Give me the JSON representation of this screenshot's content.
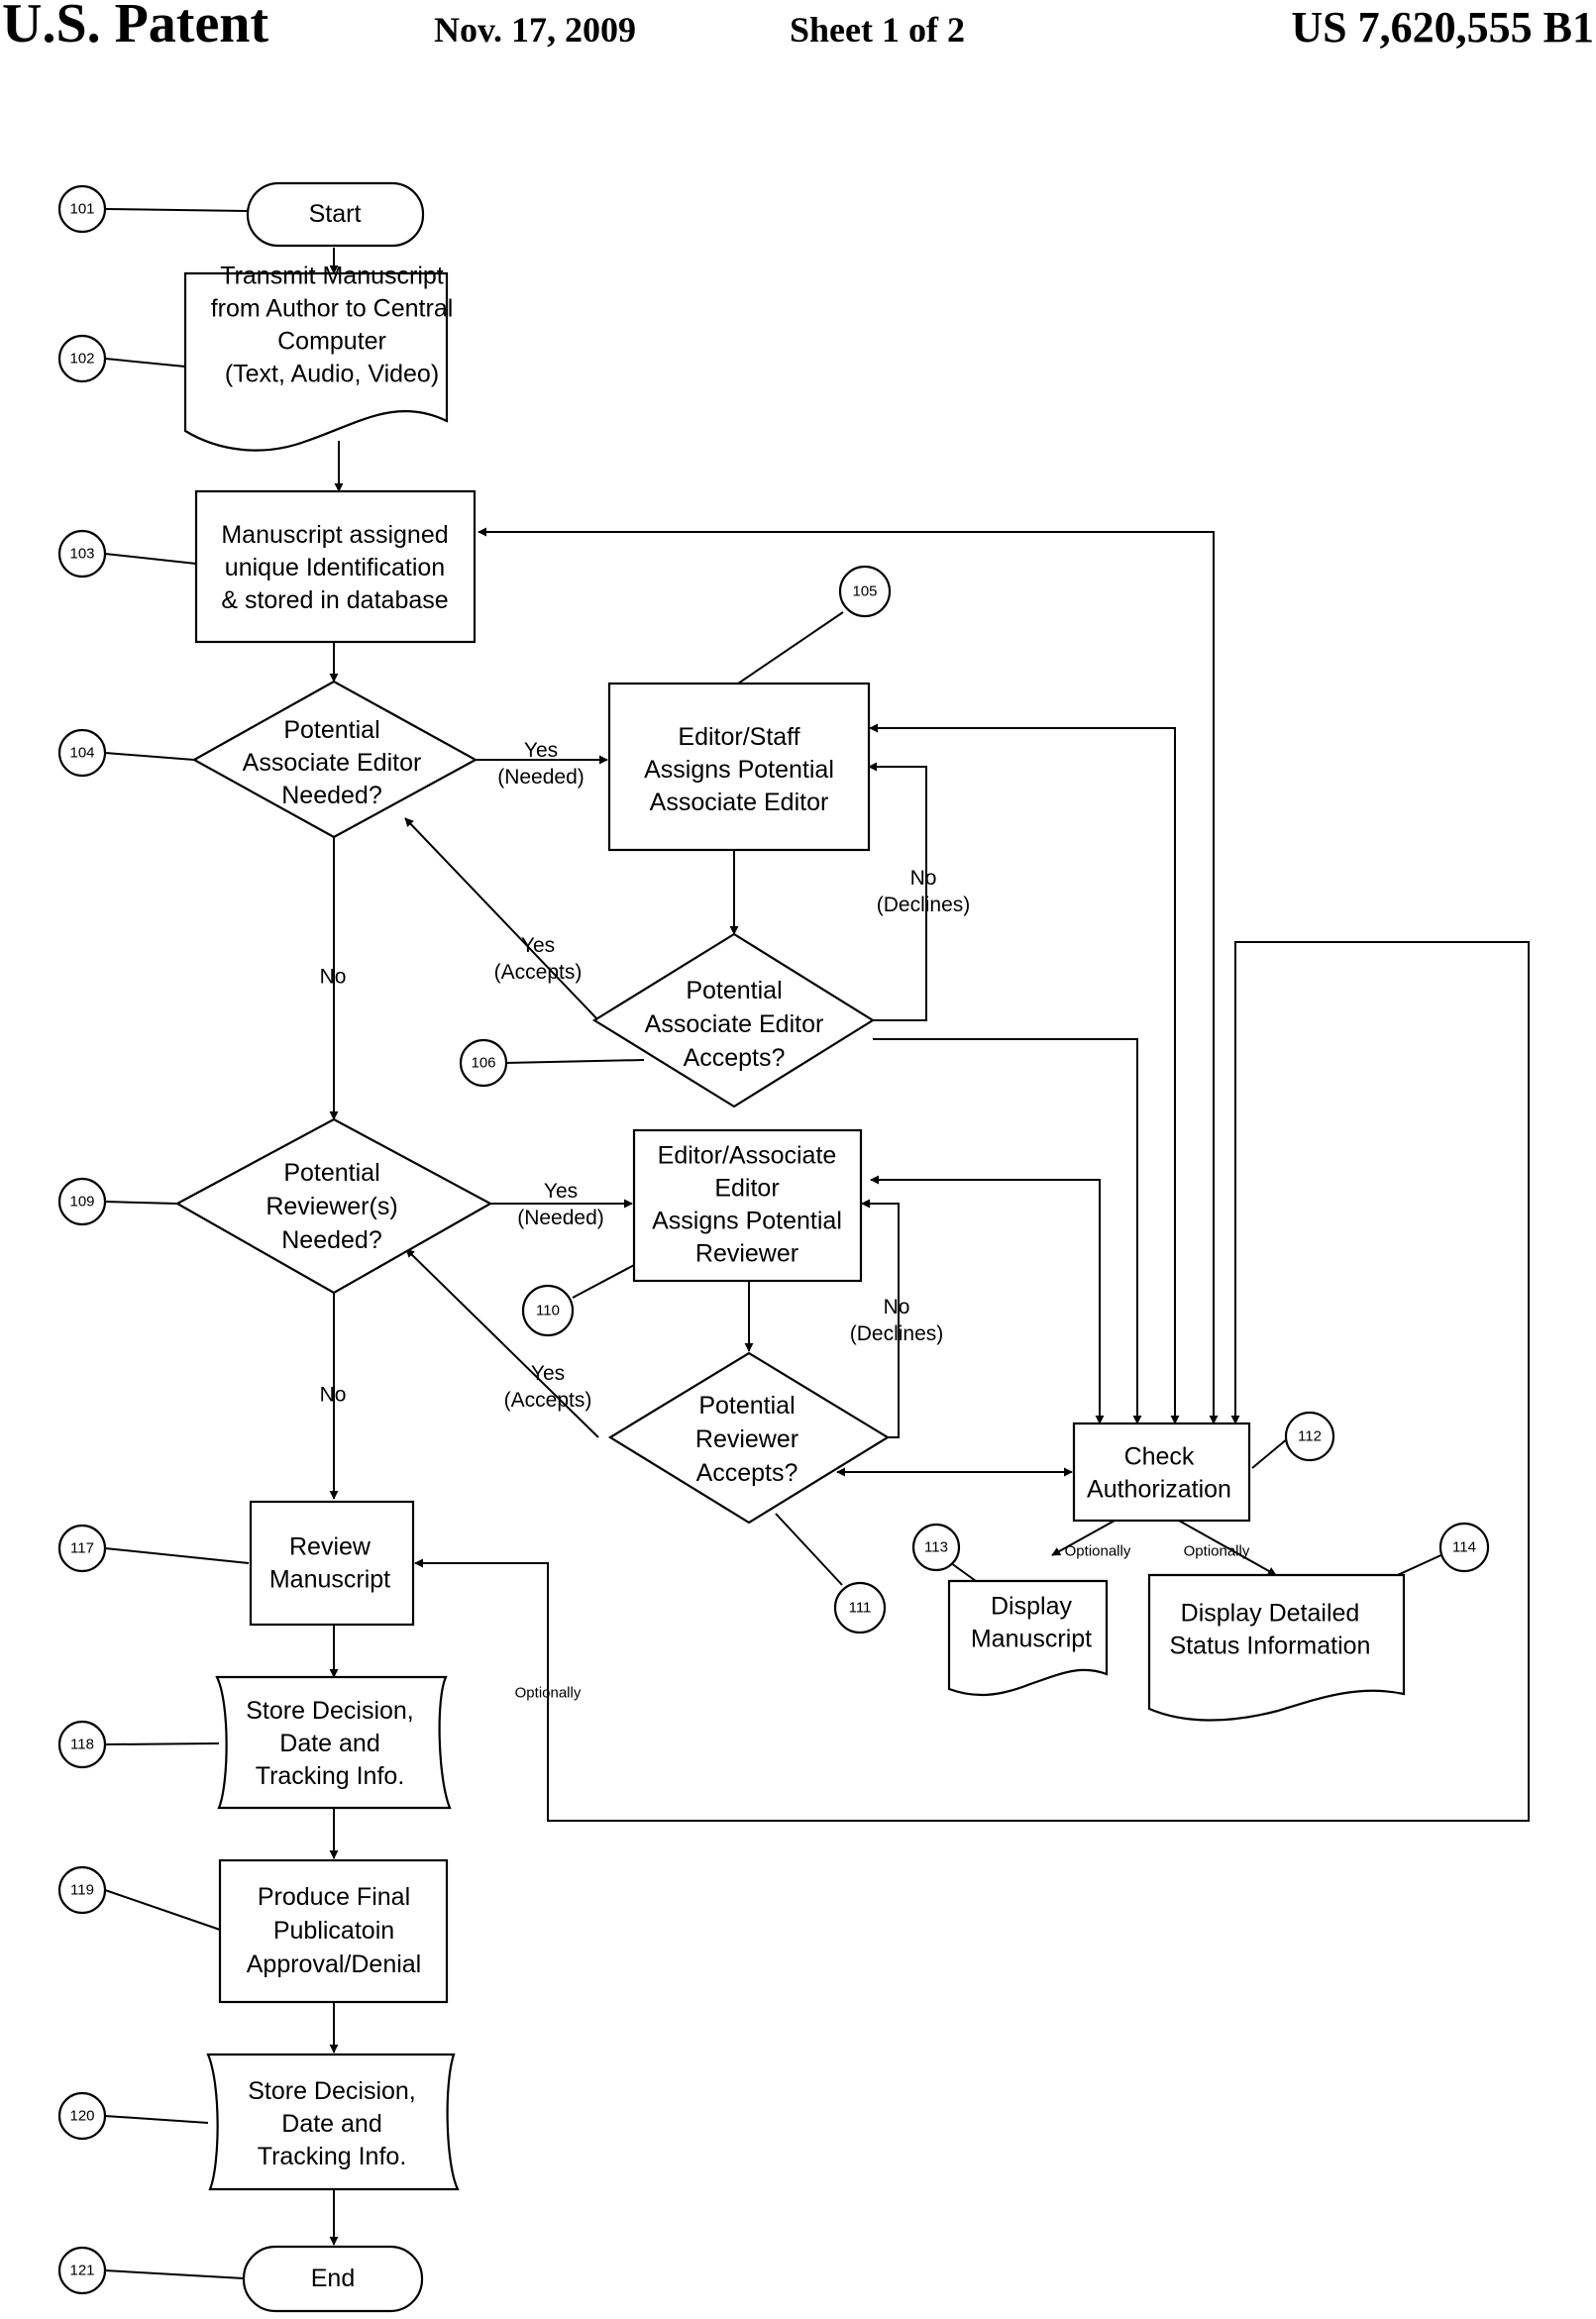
{
  "header": {
    "title": "U.S. Patent",
    "date": "Nov. 17, 2009",
    "sheet": "Sheet 1 of 2",
    "patent_number": "US 7,620,555 B1"
  },
  "nodes": {
    "n101": [
      "Start"
    ],
    "n102": [
      "Transmit Manuscript",
      "from Author to Central",
      "Computer",
      "(Text, Audio, Video)"
    ],
    "n103": [
      "Manuscript assigned",
      "unique Identification",
      "& stored in database"
    ],
    "n104": [
      "Potential",
      "Associate Editor",
      "Needed?"
    ],
    "n105": [
      "Editor/Staff",
      "Assigns Potential",
      "Associate Editor"
    ],
    "n106": [
      "Potential",
      "Associate Editor",
      "Accepts?"
    ],
    "n109": [
      "Potential",
      "Reviewer(s)",
      "Needed?"
    ],
    "n110": [
      "Editor/Associate",
      "Editor",
      "Assigns Potential",
      "Reviewer"
    ],
    "n111": [
      "Potential",
      "Reviewer",
      "Accepts?"
    ],
    "n112": [
      "Check",
      "Authorization"
    ],
    "n113": [
      "Display",
      "Manuscript"
    ],
    "n114": [
      "Display Detailed",
      "Status Information"
    ],
    "n117": [
      "Review",
      "Manuscript"
    ],
    "n118": [
      "Store Decision,",
      "Date and",
      "Tracking Info."
    ],
    "n119": [
      "Produce Final",
      "Publicatoin",
      "Approval/Denial"
    ],
    "n120": [
      "Store Decision,",
      "Date and",
      "Tracking Info."
    ],
    "n121": [
      "End"
    ]
  },
  "refs": {
    "r101": "101",
    "r102": "102",
    "r103": "103",
    "r104": "104",
    "r105": "105",
    "r106": "106",
    "r109": "109",
    "r110": "110",
    "r111": "111",
    "r112": "112",
    "r113": "113",
    "r114": "114",
    "r117": "117",
    "r118": "118",
    "r119": "119",
    "r120": "120",
    "r121": "121"
  },
  "edge_labels": {
    "e104_yes": [
      "Yes",
      "(Needed)"
    ],
    "e104_no": [
      "No"
    ],
    "e106_yes": [
      "Yes",
      "(Accepts)"
    ],
    "e106_no": [
      "No",
      "(Declines)"
    ],
    "e109_yes": [
      "Yes",
      "(Needed)"
    ],
    "e109_no": [
      "No"
    ],
    "e111_yes": [
      "Yes",
      "(Accepts)"
    ],
    "e111_no": [
      "No",
      "(Declines)"
    ],
    "opt_113": [
      "Optionally"
    ],
    "opt_114": [
      "Optionally"
    ],
    "opt_117": [
      "Optionally"
    ]
  }
}
